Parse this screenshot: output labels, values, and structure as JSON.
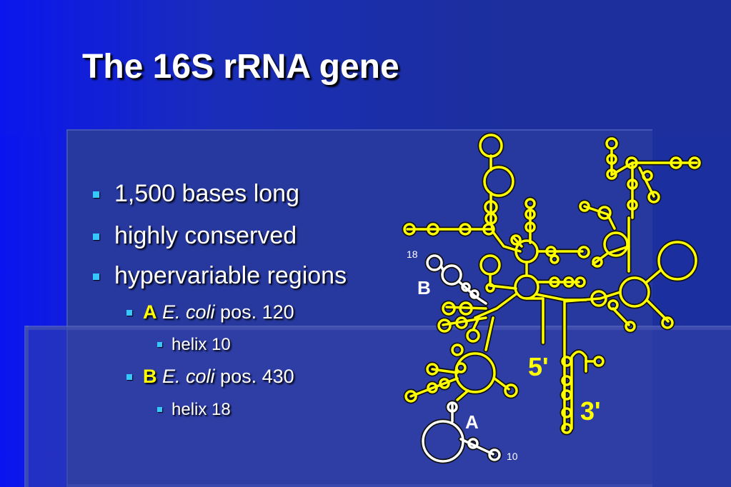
{
  "slide": {
    "title": "The 16S rRNA gene",
    "bullets": [
      {
        "text": "1,500 bases long"
      },
      {
        "text": "highly conserved"
      },
      {
        "text": "hypervariable regions"
      }
    ],
    "sub_a": {
      "key": "A",
      "organism": "E. coli",
      "pos": " pos. 120",
      "helix": "helix 10"
    },
    "sub_b": {
      "key": "B",
      "organism": "E. coli",
      "pos": " pos. 430",
      "helix": "helix 18"
    }
  },
  "diagram": {
    "label_b": "B",
    "label_a": "A",
    "label_18": "18",
    "label_10": "10",
    "label_5": "5'",
    "label_3": "3'",
    "colors": {
      "structure": "#ffff00",
      "highlight": "#ffffff",
      "bullet": "#35c8ff"
    }
  }
}
